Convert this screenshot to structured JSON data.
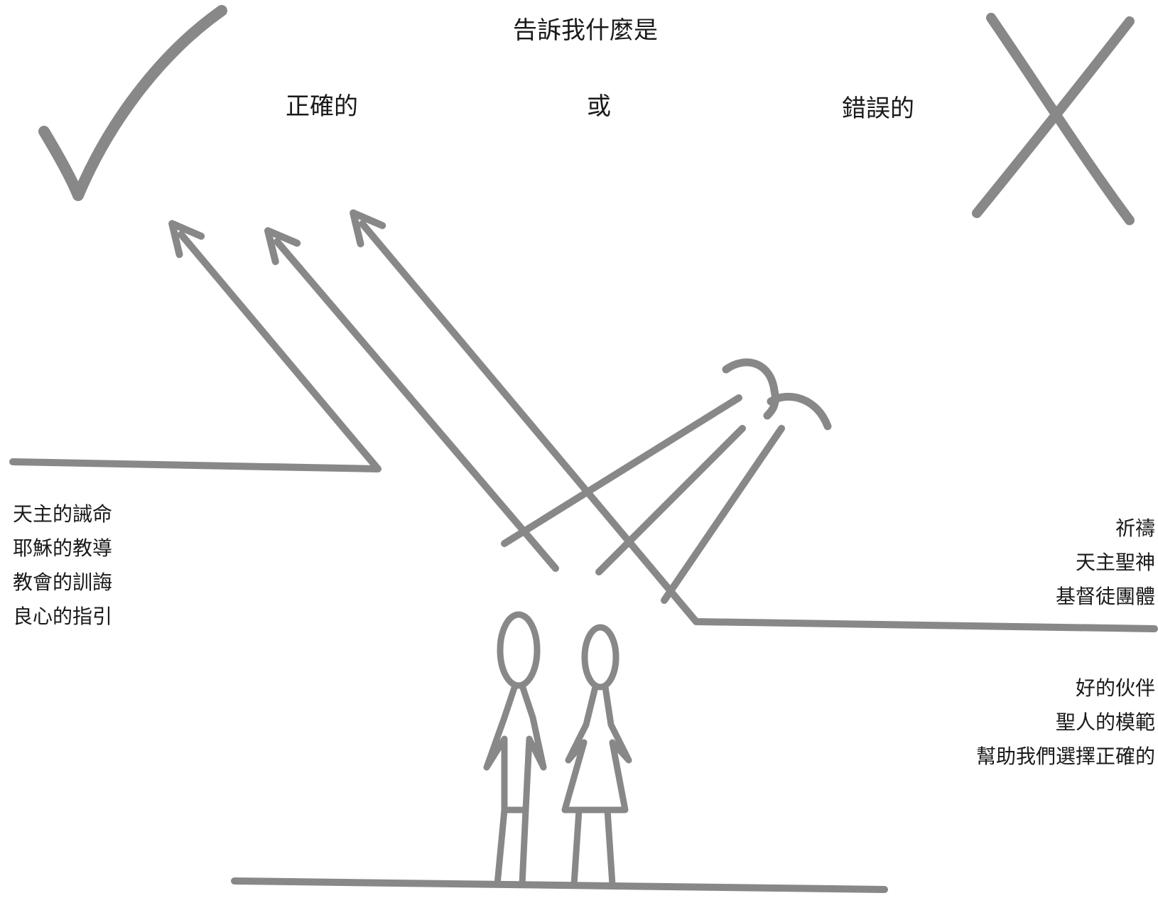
{
  "heading": {
    "question": "告訴我什麼是",
    "right_label": "正確的",
    "or_label": "或",
    "wrong_label": "錯誤的"
  },
  "left_list": [
    "天主的誡命",
    "耶穌的教導",
    "教會的訓誨",
    "良心的指引"
  ],
  "right_list_upper": [
    "祈禱",
    "天主聖神",
    "基督徒團體"
  ],
  "right_list_lower": [
    "好的伙伴",
    "聖人的模範",
    "幫助我們選擇正確的"
  ],
  "colors": {
    "stroke": "#888888",
    "stroke_edge": "#555555",
    "text": "#1a1a1a"
  },
  "icons": {
    "right_mark": "check-mark-icon",
    "wrong_mark": "cross-mark-icon"
  }
}
